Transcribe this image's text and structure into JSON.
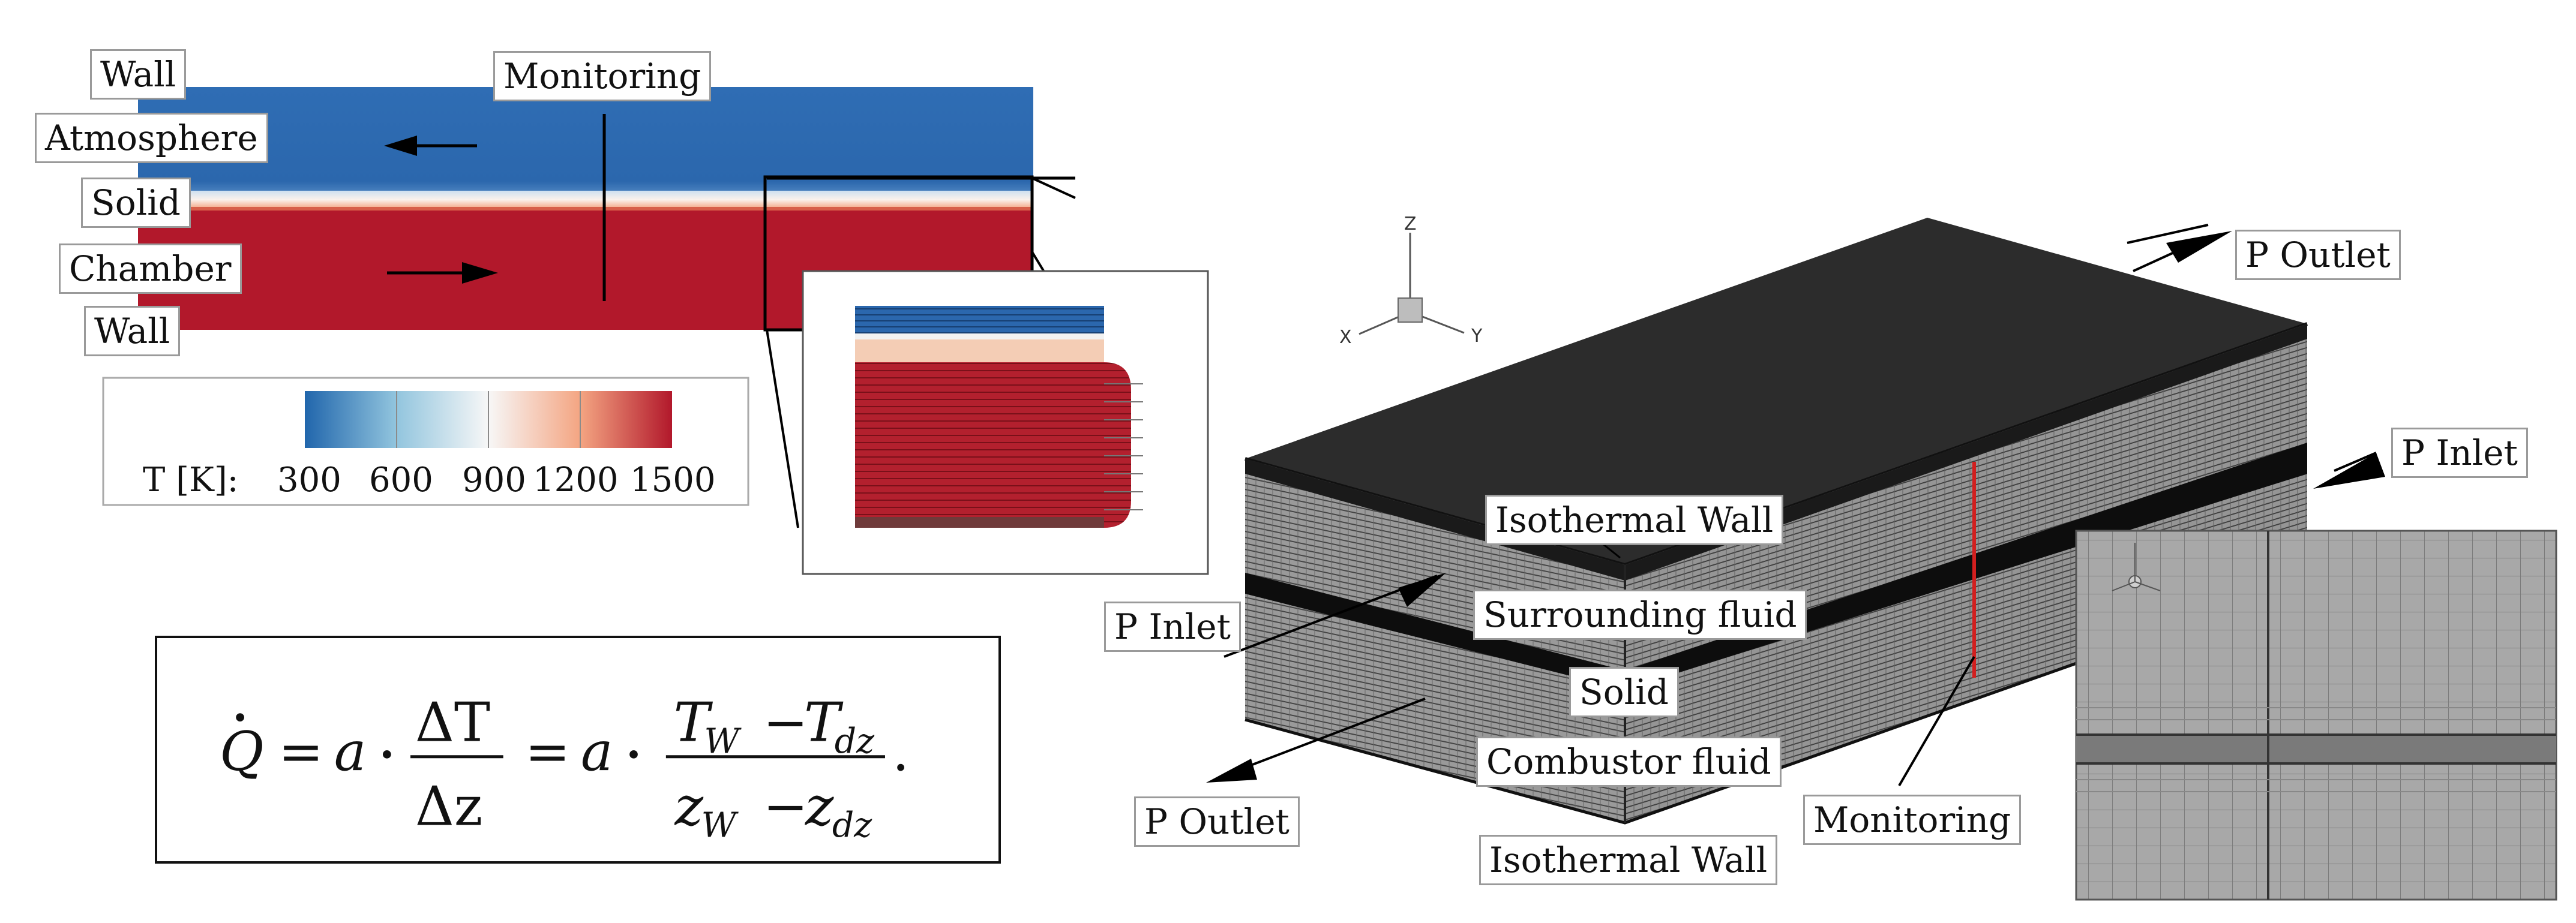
{
  "left_panel": {
    "labels": {
      "wall_top": "Wall",
      "atmosphere": "Atmosphere",
      "solid": "Solid",
      "chamber": "Chamber",
      "wall_bottom": "Wall",
      "monitoring": "Monitoring"
    },
    "colorbar": {
      "title": "T [K]:",
      "ticks": [
        "300",
        "600",
        "900",
        "1200",
        "1500"
      ],
      "min": 300,
      "max": 1500,
      "cold_color": "#2166ac",
      "hot_color": "#b2182b"
    }
  },
  "equation": {
    "lhs": "Q",
    "coef": "a",
    "delta_T": "ΔT",
    "delta_z": "Δz",
    "T_w": "T",
    "T_w_sub": "W",
    "T_dz": "T",
    "T_dz_sub": "dz",
    "z_w": "z",
    "z_w_sub": "W",
    "z_dz": "z",
    "z_dz_sub": "dz"
  },
  "right_panel": {
    "axes": {
      "z": "Z",
      "x": "X",
      "y": "Y"
    },
    "labels": {
      "p_outlet_top": "P Outlet",
      "p_inlet_right": "P Inlet",
      "isothermal_wall_top": "Isothermal Wall",
      "p_inlet_left": "P Inlet",
      "surrounding_fluid": "Surrounding fluid",
      "solid": "Solid",
      "combustor_fluid": "Combustor fluid",
      "p_outlet_left": "P Outlet",
      "monitoring": "Monitoring",
      "isothermal_wall_bottom": "Isothermal Wall"
    }
  }
}
